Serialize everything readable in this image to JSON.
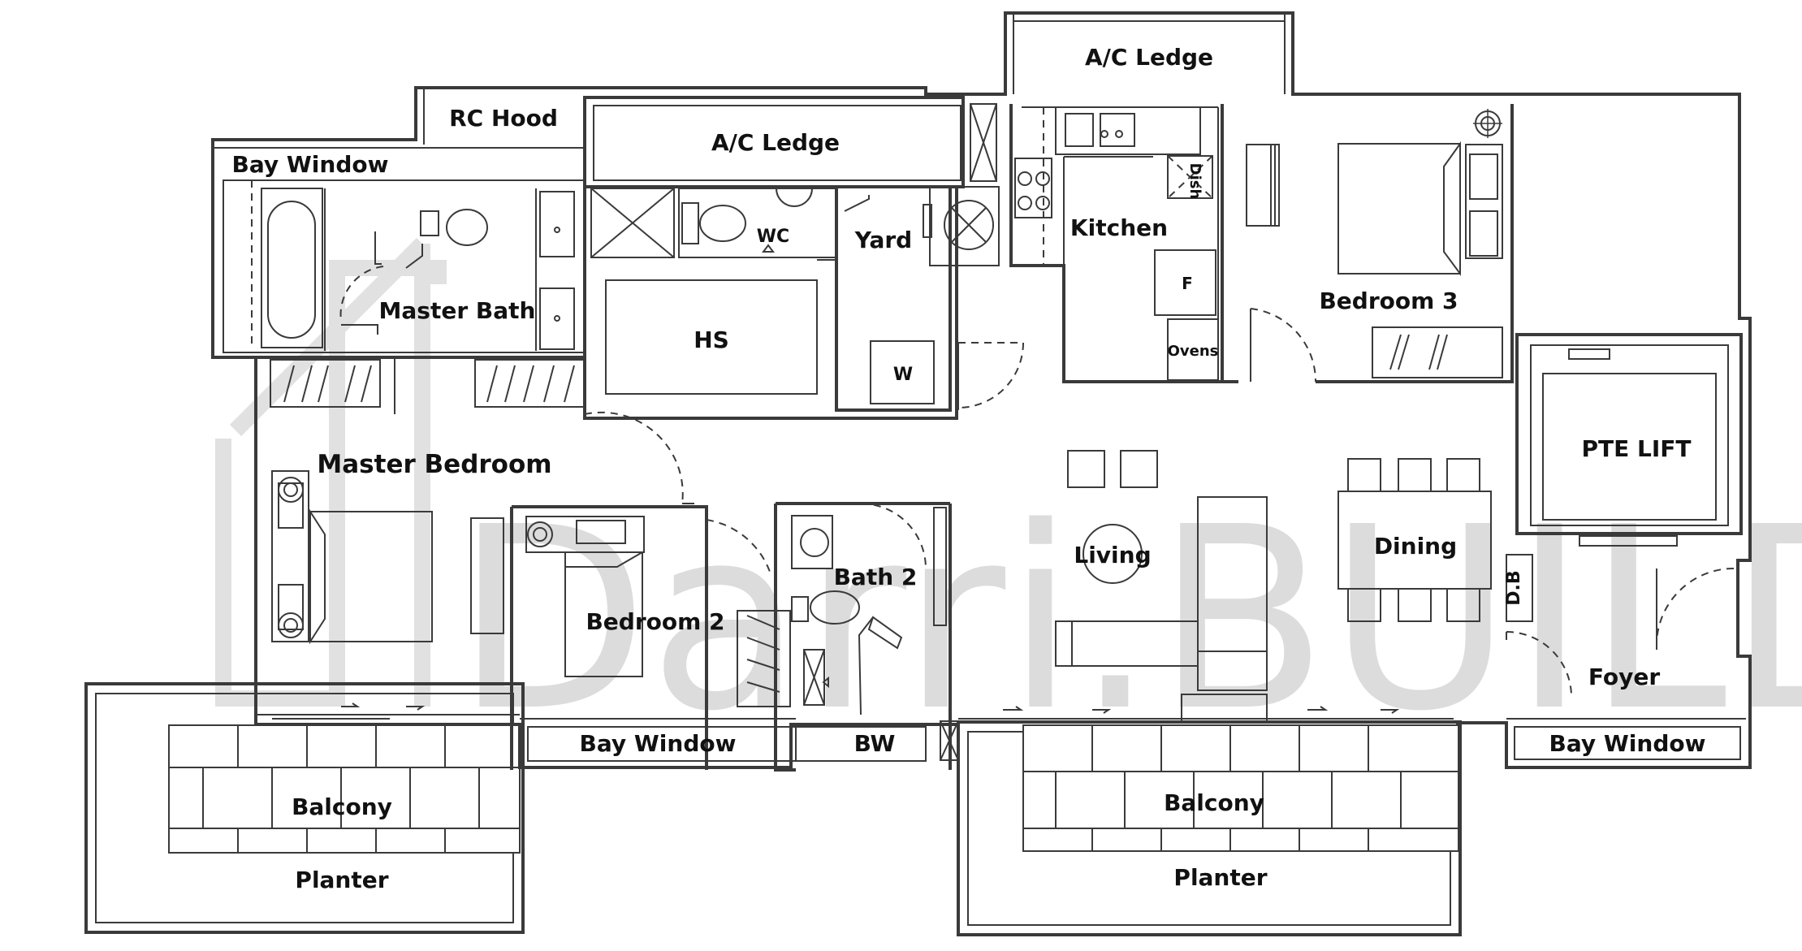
{
  "watermark": "Darri.BUILD",
  "rooms": {
    "ac_ledge_top": "A/C Ledge",
    "rc_hood": "RC Hood",
    "ac_ledge": "A/C Ledge",
    "bay_window_master": "Bay Window",
    "master_bath": "Master Bath",
    "wc": "WC",
    "yard": "Yard",
    "hs": "HS",
    "w": "W",
    "kitchen": "Kitchen",
    "dish": "Dish",
    "fridge": "F",
    "ovens": "Ovens",
    "bedroom3": "Bedroom 3",
    "master_bedroom": "Master Bedroom",
    "living": "Living",
    "dining": "Dining",
    "pte_lift": "PTE LIFT",
    "bath2": "Bath 2",
    "bedroom2": "Bedroom 2",
    "db": "D.B",
    "foyer": "Foyer",
    "bay_window_bed2": "Bay Window",
    "bw": "BW",
    "bay_window_foyer": "Bay Window",
    "balcony_left": "Balcony",
    "planter_left": "Planter",
    "balcony_right": "Balcony",
    "planter_right": "Planter"
  }
}
